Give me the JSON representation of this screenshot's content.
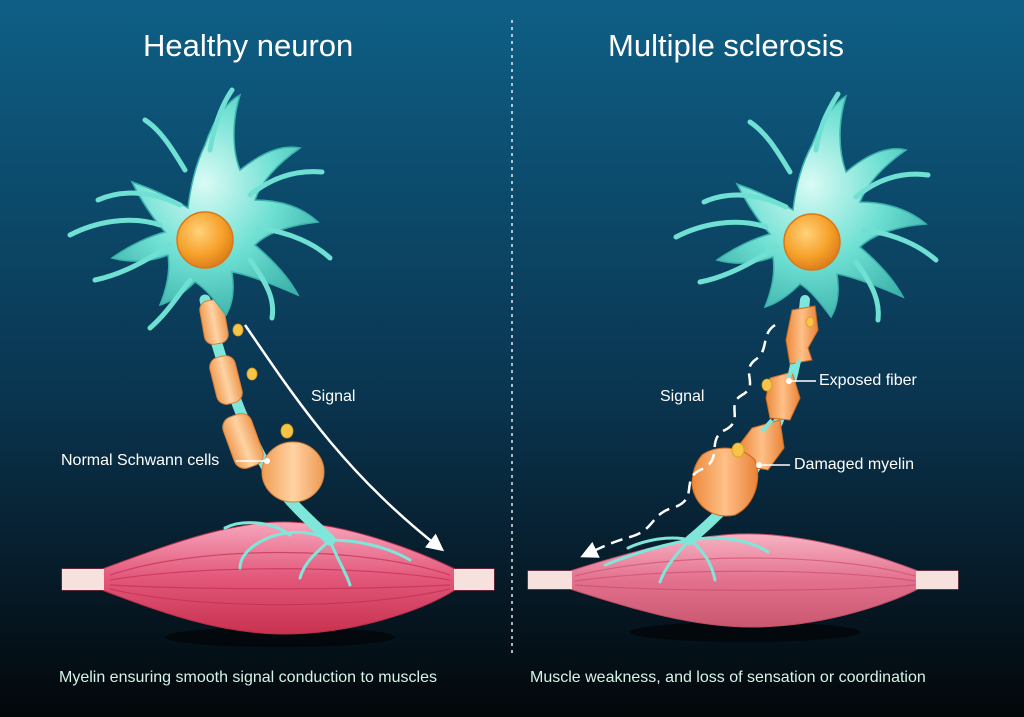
{
  "colors": {
    "background_top": "#0e5f86",
    "background_bottom": "#03070a",
    "cell_body": "#6fe0d3",
    "nucleus": "#f6a12a",
    "myelin": "#f8b877",
    "muscle": "#e15b7e",
    "text": "#ffffff",
    "caption_text": "#d4f4e6"
  },
  "left_panel": {
    "title": "Healthy neuron",
    "signal_label": "Signal",
    "schwann_label": "Normal Schwann cells",
    "caption": "Myelin ensuring smooth signal conduction to muscles"
  },
  "right_panel": {
    "title": "Multiple sclerosis",
    "signal_label": "Signal",
    "exposed_label": "Exposed fiber",
    "damaged_label": "Damaged myelin",
    "caption": "Muscle weakness, and loss of sensation or coordination"
  }
}
